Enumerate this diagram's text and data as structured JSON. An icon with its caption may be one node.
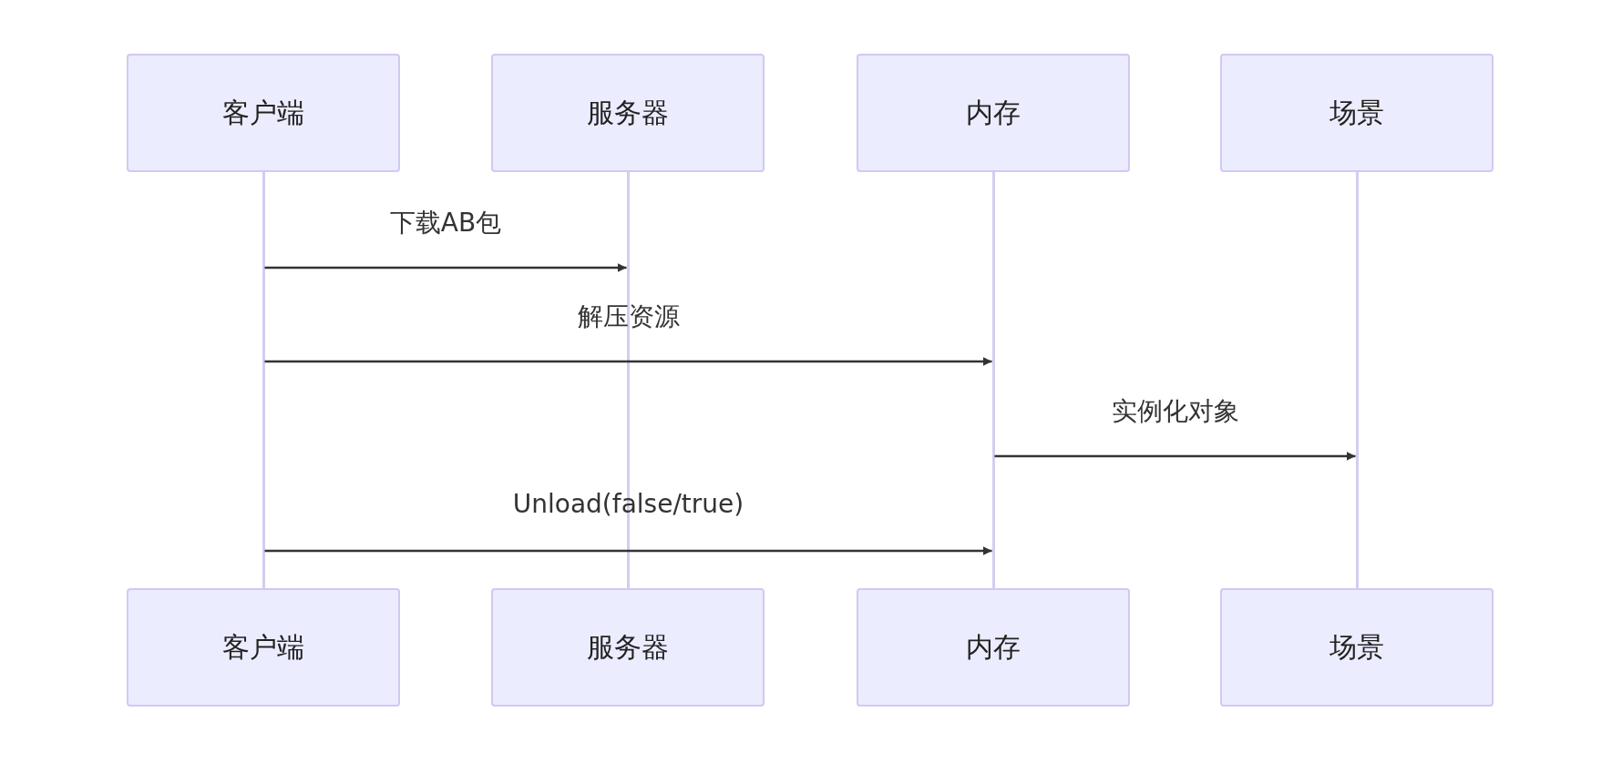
{
  "diagram": {
    "nodes": [
      {
        "text": [
          "客户端"
        ]
      },
      {
        "text": [
          "服务器"
        ]
      },
      {
        "text": [
          "内存"
        ]
      },
      {
        "text": [
          "场景"
        ]
      },
      {
        "text": [
          "客户端"
        ]
      },
      {
        "text": [
          "服务器"
        ]
      },
      {
        "text": [
          "内存"
        ]
      },
      {
        "text": [
          "场景"
        ]
      },
      {
        "text": [],
        "shape": "bar"
      },
      {
        "text": [],
        "shape": "bar"
      },
      {
        "text": [],
        "shape": "bar"
      },
      {
        "text": [],
        "shape": "bar"
      }
    ],
    "edges": [
      {
        "from": 8,
        "to": 9,
        "arrow": "to",
        "label": "下载AB包"
      },
      {
        "from": 8,
        "to": 10,
        "arrow": "to",
        "label": "解压资源"
      },
      {
        "from": 10,
        "to": 11,
        "arrow": "to",
        "label": "实例化对象"
      },
      {
        "from": 8,
        "to": 10,
        "arrow": "to",
        "label": "Unload(false/true)"
      }
    ]
  }
}
